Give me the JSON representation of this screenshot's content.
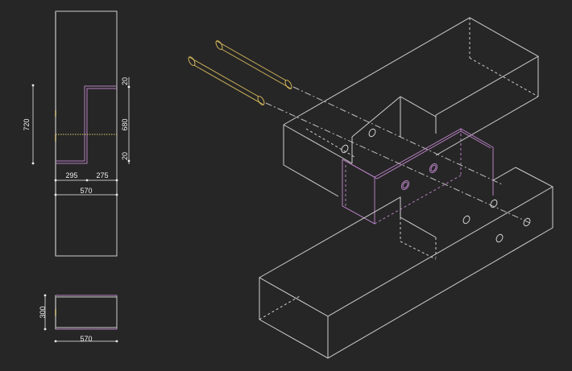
{
  "front_view": {
    "height_total": "720",
    "height_top": "20",
    "height_middle": "680",
    "height_bottom": "20",
    "width_left": "295",
    "width_right": "275",
    "width_total": "570"
  },
  "plan_view": {
    "depth": "300",
    "width": "570"
  },
  "colors": {
    "background": "#262626",
    "lines": "#cfcfcf",
    "joint": "#b57fc0",
    "dowel": "#d2b55a"
  }
}
